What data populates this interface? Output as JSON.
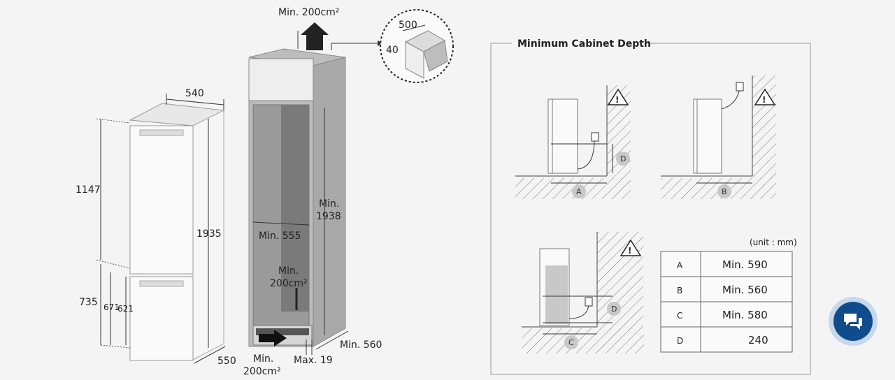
{
  "fridge": {
    "width": "540",
    "height_top": "1147",
    "height_total": "1935",
    "height_bottom": "735",
    "freezer_h1": "671",
    "freezer_h2": "621",
    "depth": "550"
  },
  "cabinet": {
    "vent_top": "Min. 200cm²",
    "inner_width": "Min. 555",
    "inner_height_1": "Min.",
    "inner_height_2": "1938",
    "vent_mid_1": "Min.",
    "vent_mid_2": "200cm²",
    "vent_bottom_1": "Min.",
    "vent_bottom_2": "200cm²",
    "gap_max": "Max. 19",
    "depth_min": "Min. 560",
    "detail_500": "500",
    "detail_40": "40"
  },
  "depth_panel": {
    "title": "Minimum Cabinet Depth",
    "markers": {
      "a": "A",
      "b": "B",
      "c": "C",
      "d": "D"
    },
    "unit": "(unit : mm)",
    "rows": [
      {
        "label": "A",
        "value": "Min. 590"
      },
      {
        "label": "B",
        "value": "Min. 560"
      },
      {
        "label": "C",
        "value": "Min. 580"
      },
      {
        "label": "D",
        "value": "240"
      }
    ]
  },
  "icons": {
    "chat": "chat-bubbles-icon",
    "warning": "warning-triangle-icon",
    "arrow": "arrow-icon"
  },
  "colors": {
    "chat_button": "#0f4c8c",
    "chat_ring": "#c8d8ea",
    "cabinet_side": "#a9a9a9",
    "cabinet_back": "#7a7a7a"
  }
}
